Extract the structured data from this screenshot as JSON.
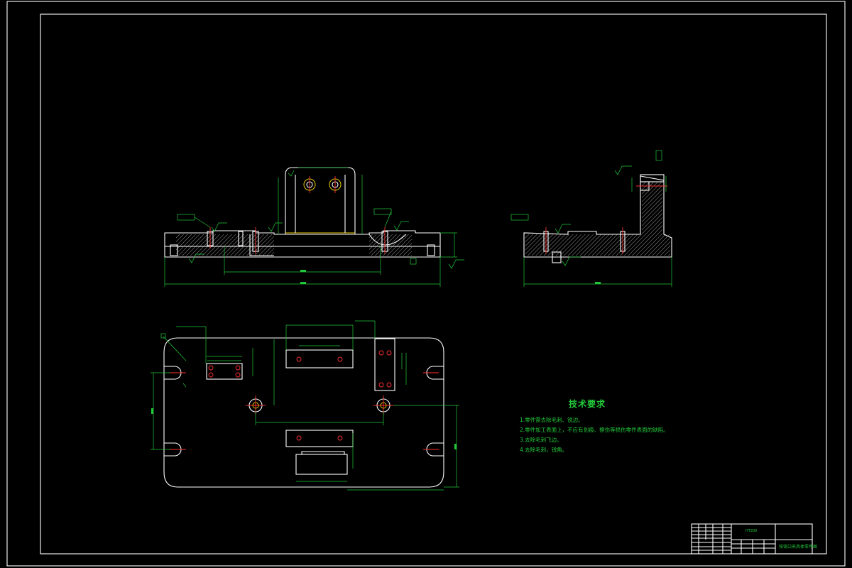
{
  "technical_requirements": {
    "title": "技术要求",
    "items": [
      "1.零件需去除毛刺、锐边。",
      "2.零件加工表面上，不应有划痕、擦伤等损伤零件表面的缺陷。",
      "3.去除毛刺飞边。",
      "4.去除毛刺，锐角。"
    ]
  },
  "title_block": {
    "drawing_name": "铣钳口夹具体零件图",
    "material": "HT200"
  },
  "colors": {
    "background": "#000000",
    "outline": "#ffffff",
    "dimension": "#22c83a",
    "center_line": "#ff3030",
    "section": "#e8c800"
  }
}
